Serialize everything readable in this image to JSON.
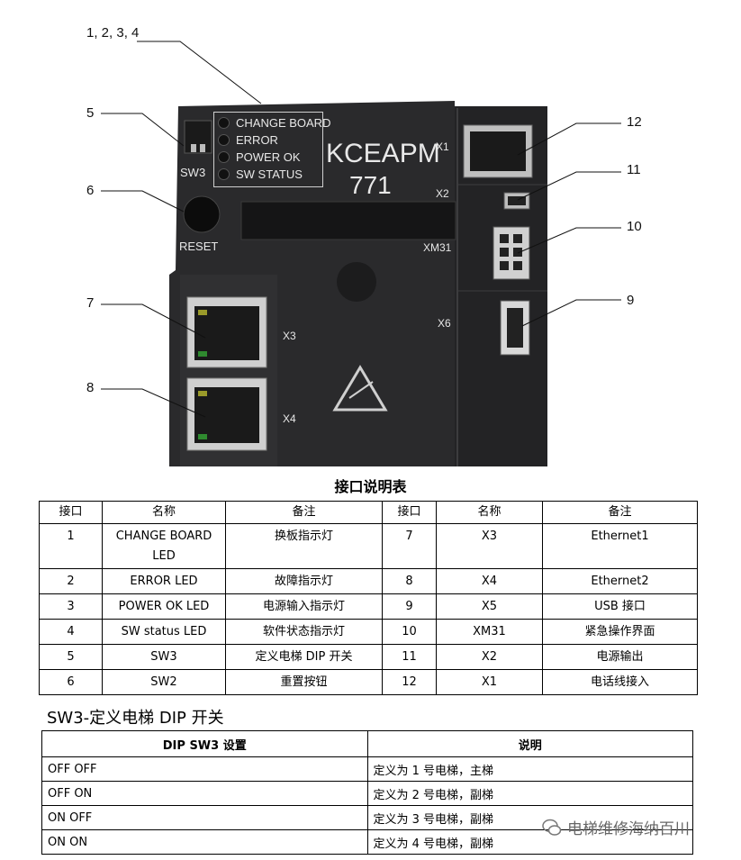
{
  "callouts": {
    "c1234": "1, 2, 3, 4",
    "c5": "5",
    "c6": "6",
    "c7": "7",
    "c8": "8",
    "c9": "9",
    "c10": "10",
    "c11": "11",
    "c12": "12"
  },
  "device": {
    "leds": [
      "CHANGE BOARD",
      "ERROR",
      "POWER OK",
      "SW STATUS"
    ],
    "model": "KCEAPM",
    "model_number": "771",
    "sw3": "SW3",
    "reset": "RESET",
    "x1": "X1",
    "x2": "X2",
    "xm31": "XM31",
    "x6": "X6",
    "x3": "X3",
    "x4": "X4"
  },
  "table1": {
    "title": "接口说明表",
    "headers": [
      "接口",
      "名称",
      "备注",
      "接口",
      "名称",
      "备注"
    ],
    "rows": [
      [
        "1",
        "CHANGE BOARD LED",
        "换板指示灯",
        "7",
        "X3",
        "Ethernet1"
      ],
      [
        "2",
        "ERROR LED",
        "故障指示灯",
        "8",
        "X4",
        "Ethernet2"
      ],
      [
        "3",
        "POWER OK LED",
        "电源输入指示灯",
        "9",
        "X5",
        "USB 接口"
      ],
      [
        "4",
        "SW status LED",
        "软件状态指示灯",
        "10",
        "XM31",
        "紧急操作界面"
      ],
      [
        "5",
        "SW3",
        "定义电梯 DIP 开关",
        "11",
        "X2",
        "电源输出"
      ],
      [
        "6",
        "SW2",
        "重置按钮",
        "12",
        "X1",
        "电话线接入"
      ]
    ]
  },
  "section2": {
    "title": "SW3-定义电梯 DIP 开关",
    "headers": [
      "DIP SW3 设置",
      "说明"
    ],
    "rows": [
      [
        "OFF OFF",
        "定义为 1 号电梯，主梯"
      ],
      [
        "OFF ON",
        "定义为 2 号电梯，副梯"
      ],
      [
        "ON OFF",
        "定义为 3 号电梯，副梯"
      ],
      [
        "ON ON",
        "定义为 4 号电梯，副梯"
      ]
    ]
  },
  "watermark": "电梯维修海纳百川"
}
